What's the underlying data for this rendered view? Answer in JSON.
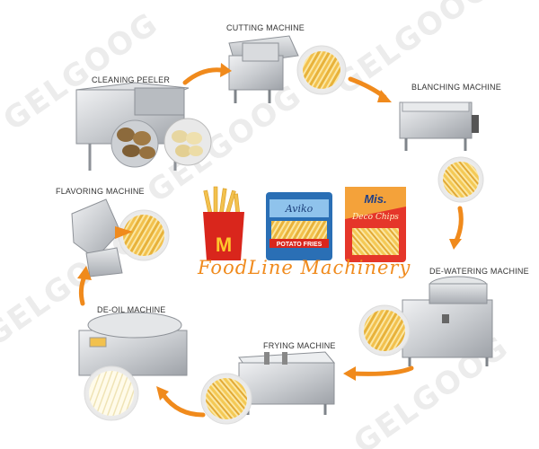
{
  "title": "FoodLine Machinery",
  "watermark": "GELGOOG",
  "steps": [
    {
      "label": "CUTTING MACHINE"
    },
    {
      "label": "BLANCHING MACHINE"
    },
    {
      "label": "DE-WATERING MACHINE"
    },
    {
      "label": "FRYING MACHINE"
    },
    {
      "label": "DE-OIL MACHINE"
    },
    {
      "label": "FLAVORING MACHINE"
    },
    {
      "label": "CLEANING PEELER"
    }
  ],
  "products": [
    {
      "brand": "M"
    },
    {
      "brand": "Aviko",
      "text": "POTATO FRIES"
    },
    {
      "brand": "Mis.",
      "text": "Deco Chips"
    }
  ],
  "colors": {
    "accent": "#f08a1c",
    "steel": "#c9ccd0",
    "fries": "#f2c14e"
  }
}
